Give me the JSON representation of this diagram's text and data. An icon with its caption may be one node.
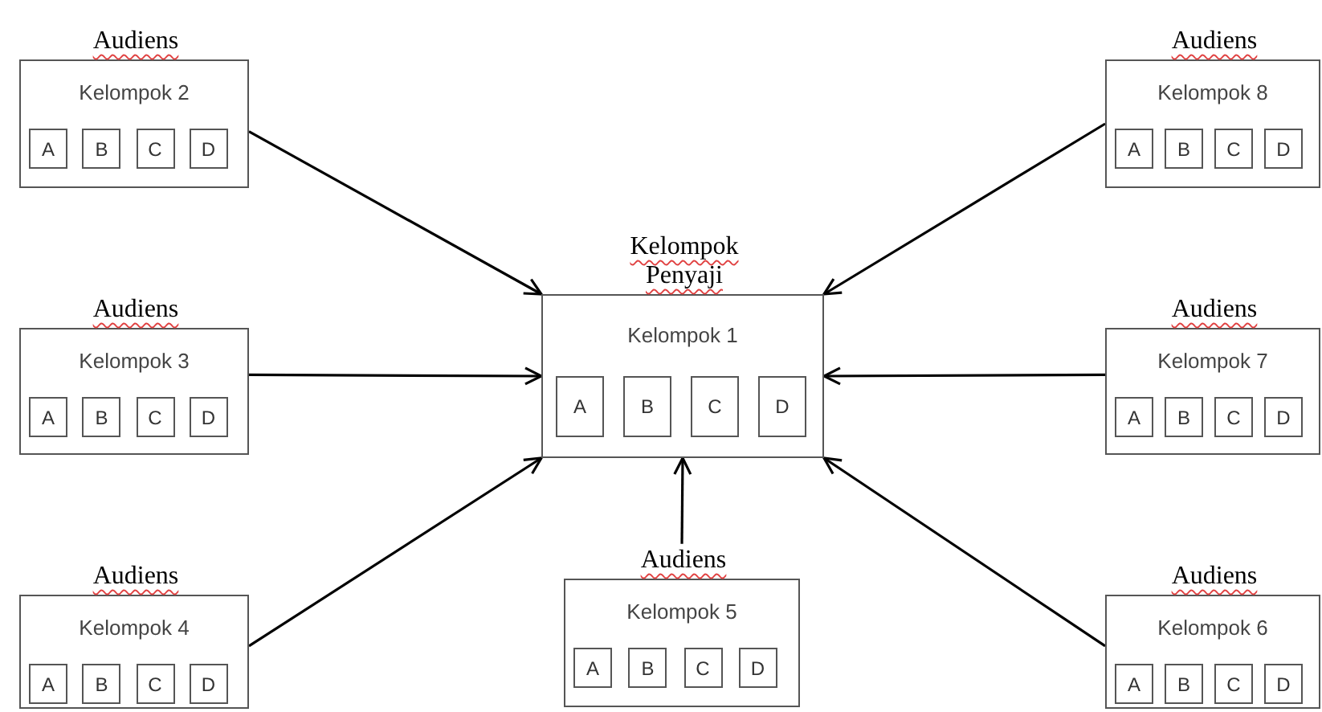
{
  "diagram": {
    "nodes": [
      {
        "text": [
          "Audiens",
          "Kelompok 2"
        ]
      },
      {
        "text": [
          "A"
        ],
        "in": 0
      },
      {
        "text": [
          "B"
        ],
        "in": 0
      },
      {
        "text": [
          "C"
        ],
        "in": 0
      },
      {
        "text": [
          "D"
        ],
        "in": 0
      },
      {
        "text": [
          "Audiens",
          "Kelompok 8"
        ]
      },
      {
        "text": [
          "A"
        ],
        "in": 5
      },
      {
        "text": [
          "B"
        ],
        "in": 5
      },
      {
        "text": [
          "C"
        ],
        "in": 5
      },
      {
        "text": [
          "D"
        ],
        "in": 5
      },
      {
        "text": [
          "Kelompok Penyaji",
          "Kelompok 1"
        ]
      },
      {
        "text": [
          "A"
        ],
        "in": 10
      },
      {
        "text": [
          "B"
        ],
        "in": 10
      },
      {
        "text": [
          "C"
        ],
        "in": 10
      },
      {
        "text": [
          "D"
        ],
        "in": 10
      },
      {
        "text": [
          "Audiens",
          "Kelompok 3"
        ]
      },
      {
        "text": [
          "A"
        ],
        "in": 15
      },
      {
        "text": [
          "B"
        ],
        "in": 15
      },
      {
        "text": [
          "C"
        ],
        "in": 15
      },
      {
        "text": [
          "D"
        ],
        "in": 15
      },
      {
        "text": [
          "Audiens",
          "Kelompok 7"
        ]
      },
      {
        "text": [
          "A"
        ],
        "in": 20
      },
      {
        "text": [
          "B"
        ],
        "in": 20
      },
      {
        "text": [
          "C"
        ],
        "in": 20
      },
      {
        "text": [
          "D"
        ],
        "in": 20
      },
      {
        "text": [
          "Audiens",
          "Kelompok 4"
        ]
      },
      {
        "text": [
          "A"
        ],
        "in": 25
      },
      {
        "text": [
          "B"
        ],
        "in": 25
      },
      {
        "text": [
          "C"
        ],
        "in": 25
      },
      {
        "text": [
          "D"
        ],
        "in": 25
      },
      {
        "text": [
          "Audiens",
          "Kelompok 5"
        ]
      },
      {
        "text": [
          "A"
        ],
        "in": 30
      },
      {
        "text": [
          "B"
        ],
        "in": 30
      },
      {
        "text": [
          "C"
        ],
        "in": 30
      },
      {
        "text": [
          "D"
        ],
        "in": 30
      },
      {
        "text": [
          "Audiens",
          "Kelompok 6"
        ]
      },
      {
        "text": [
          "A"
        ],
        "in": 35
      },
      {
        "text": [
          "B"
        ],
        "in": 35
      },
      {
        "text": [
          "C"
        ],
        "in": 35
      },
      {
        "text": [
          "D"
        ],
        "in": 35
      }
    ],
    "edges": [
      {
        "from": 0,
        "to": 10,
        "arrow": "to"
      },
      {
        "from": 5,
        "to": 10,
        "arrow": "to"
      },
      {
        "from": 15,
        "to": 10,
        "arrow": "to"
      },
      {
        "from": 20,
        "to": 10,
        "arrow": "to"
      },
      {
        "from": 25,
        "to": 10,
        "arrow": "to"
      },
      {
        "from": 30,
        "to": 10,
        "arrow": "to"
      },
      {
        "from": 35,
        "to": 10,
        "arrow": "to"
      }
    ]
  }
}
